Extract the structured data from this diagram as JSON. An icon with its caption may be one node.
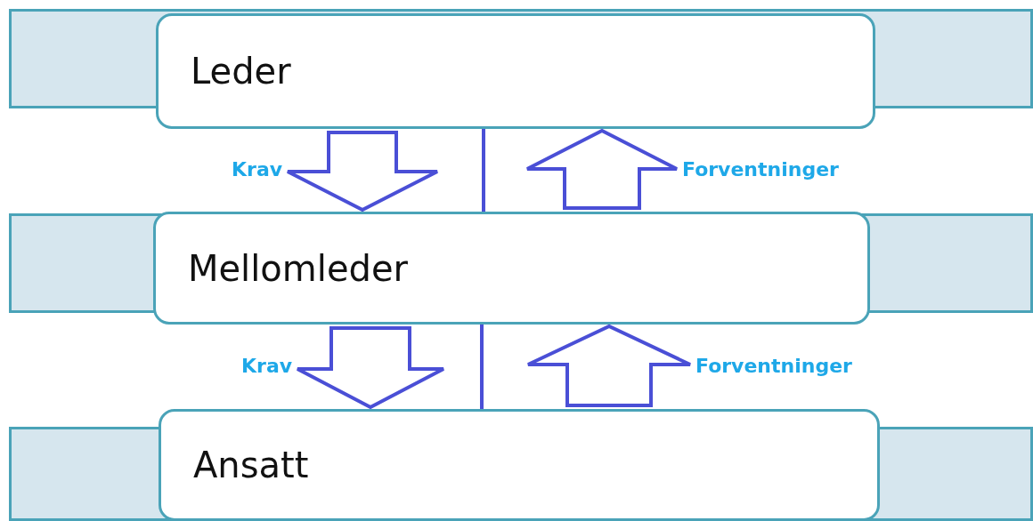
{
  "diagram": {
    "nodes": [
      {
        "text": [
          "Leder"
        ]
      },
      {
        "text": [
          "Mellomleder"
        ]
      },
      {
        "text": [
          "Ansatt"
        ]
      }
    ],
    "edges": [
      {
        "from": 0,
        "to": 1,
        "arrow": "to",
        "label": "Krav",
        "style": "thick"
      },
      {
        "from": 0,
        "to": 1,
        "arrow": "none"
      },
      {
        "from": 1,
        "to": 0,
        "arrow": "to",
        "label": "Forventninger",
        "style": "thick"
      },
      {
        "from": 1,
        "to": 2,
        "arrow": "to",
        "label": "Krav",
        "style": "thick"
      },
      {
        "from": 1,
        "to": 2,
        "arrow": "none"
      },
      {
        "from": 2,
        "to": 1,
        "arrow": "to",
        "label": "Forventninger",
        "style": "thick"
      }
    ]
  }
}
